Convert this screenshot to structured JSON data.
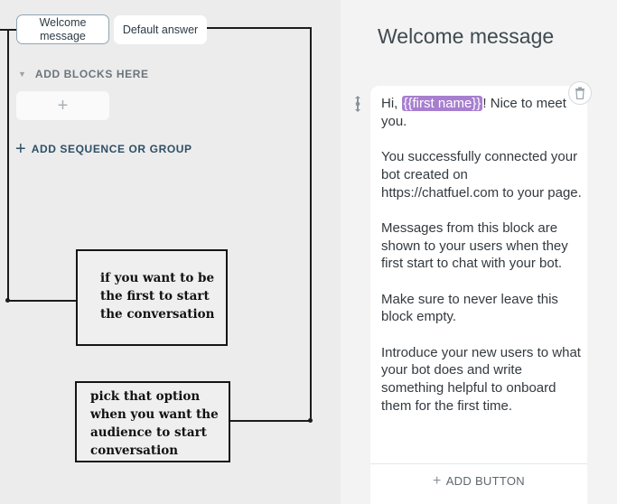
{
  "blocks": {
    "welcome_tab": "Welcome message",
    "default_tab": "Default answer"
  },
  "sidebar": {
    "add_blocks_label": "ADD BLOCKS HERE",
    "add_block_plus": "+",
    "add_sequence_label": "ADD SEQUENCE OR GROUP"
  },
  "annotations": {
    "note_1": "if you want to be the first to start the conversation",
    "note_2": "pick that option when you want the audience to start conversation"
  },
  "panel": {
    "title": "Welcome message",
    "message": {
      "greeting_prefix": "Hi, ",
      "variable": "{{first name}}",
      "greeting_suffix": "! Nice to meet you.",
      "paragraphs": [
        "You successfully connected your bot created on https://chatfuel.com to your page.",
        "Messages from this block are shown to your users when they first start to chat with your bot.",
        "Make sure to never leave this block empty.",
        "Introduce your new users to what your bot does and write something helpful to onboard them for the first time."
      ]
    },
    "add_button_label": "ADD BUTTON"
  },
  "colors": {
    "variable_chip": "#a77fcf",
    "accent_text": "#2e4f66",
    "annotation_lines": "#1c1c1c"
  }
}
